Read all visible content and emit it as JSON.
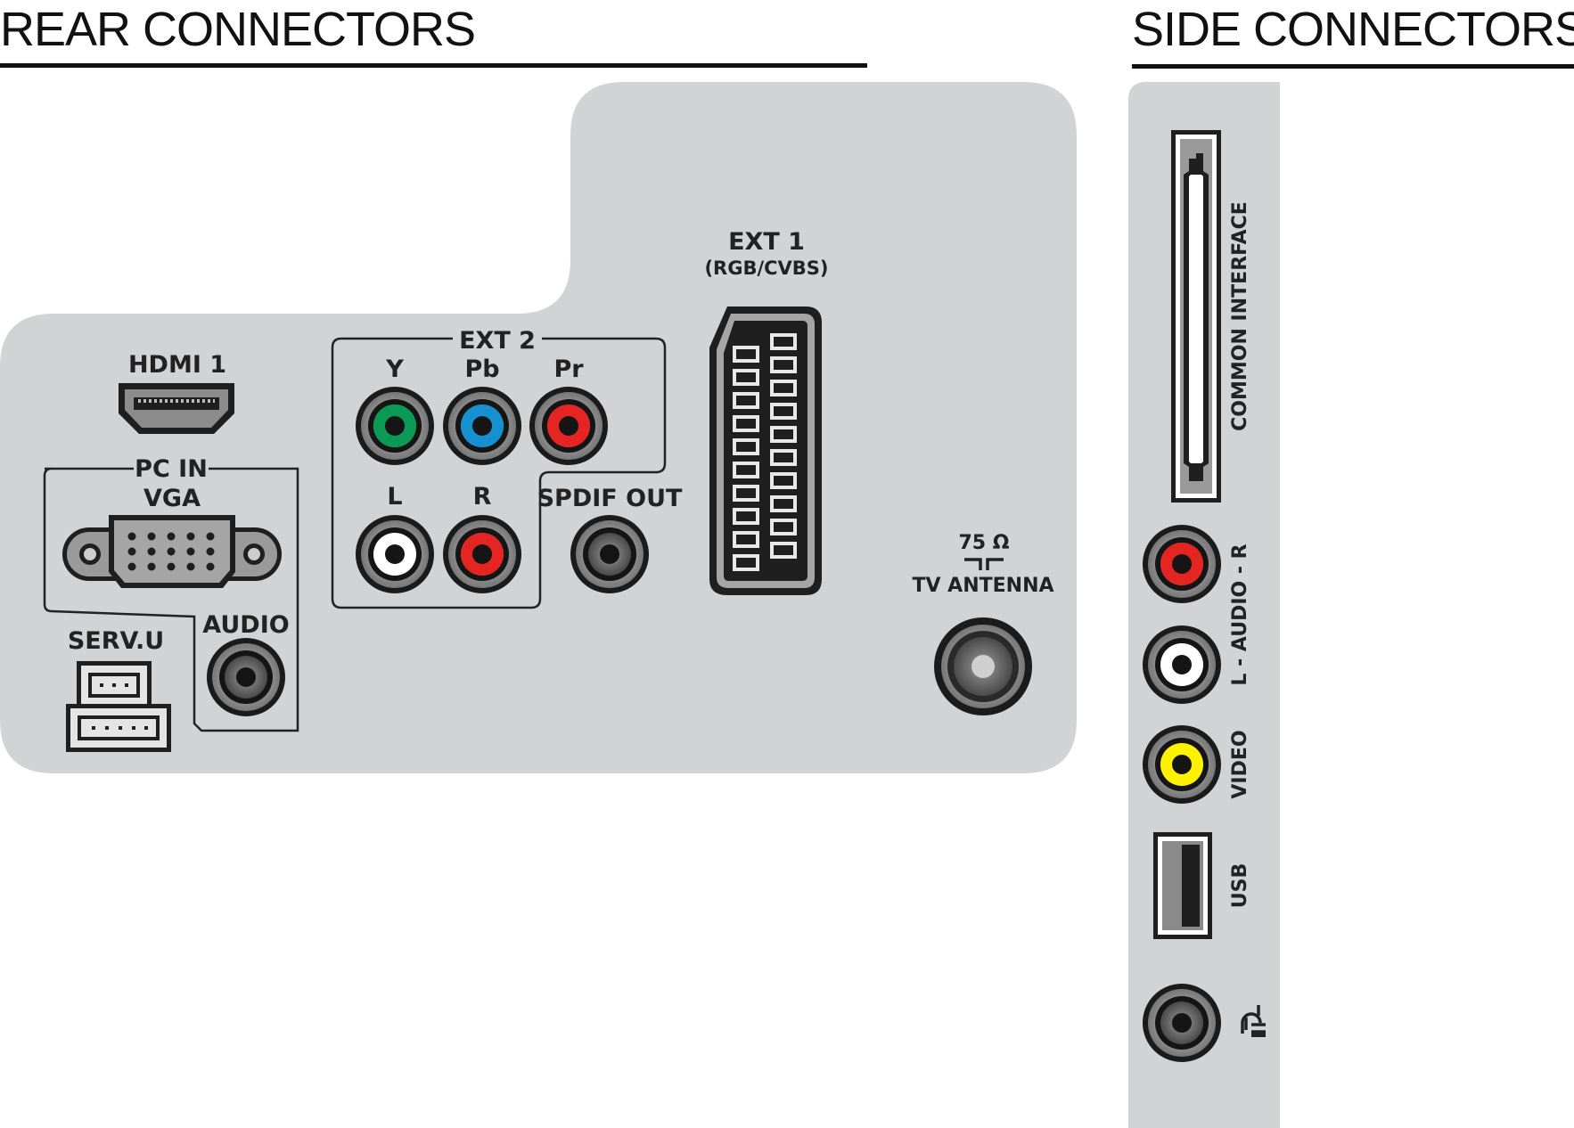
{
  "rear": {
    "title": "REAR CONNECTORS",
    "hdmi": "HDMI 1",
    "pc_in": "PC IN",
    "vga": "VGA",
    "serv_u": "SERV.U",
    "audio": "AUDIO",
    "ext2": "EXT 2",
    "y": "Y",
    "pb": "Pb",
    "pr": "Pr",
    "l": "L",
    "r": "R",
    "spdif_out": "SPDIF OUT",
    "ext1": "EXT 1",
    "ext1_sub": "(RGB/CVBS)",
    "ohm": "75 Ω",
    "tv_antenna": "TV ANTENNA"
  },
  "side": {
    "title": "SIDE CONNECTORS",
    "common_interface": "COMMON INTERFACE",
    "l_audio_r": "L - AUDIO - R",
    "video": "VIDEO",
    "usb": "USB",
    "headphone_icon": "headphone-icon"
  },
  "colors": {
    "panel": "#d2d3d4",
    "green": "#0a9a55",
    "blue": "#1591d2",
    "red": "#e52521",
    "white": "#ffffff",
    "yellow": "#fff200"
  }
}
